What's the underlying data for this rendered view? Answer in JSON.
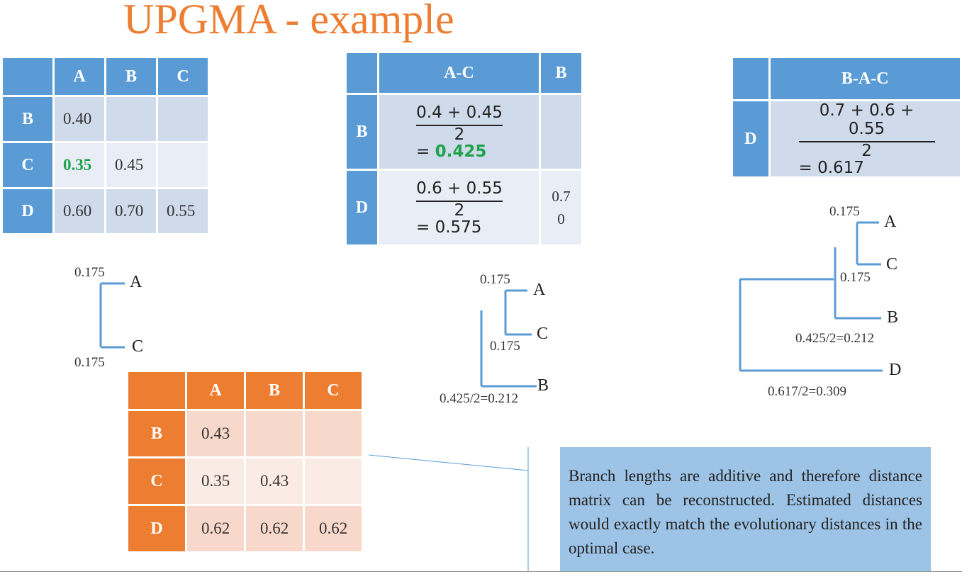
{
  "title": "UPGMA - example",
  "table1": {
    "headers": [
      "A",
      "B",
      "C"
    ],
    "rows": [
      {
        "label": "B",
        "cells": [
          "0.40",
          "",
          ""
        ]
      },
      {
        "label": "C",
        "cells": [
          "0.35",
          "0.45",
          ""
        ]
      },
      {
        "label": "D",
        "cells": [
          "0.60",
          "0.70",
          "0.55"
        ]
      }
    ],
    "highlight_value": "0.35",
    "highlight_color": "#1FA34A"
  },
  "table2": {
    "headers": [
      "A-C",
      "B"
    ],
    "row_b": {
      "label": "B",
      "numerator": "0.4 + 0.45",
      "denominator": "2",
      "result_prefix": "= ",
      "result": "0.425"
    },
    "row_d": {
      "label": "D",
      "numerator": "0.6 + 0.55",
      "denominator": "2",
      "result": "= 0.575",
      "b_value_line1": "0.7",
      "b_value_line2": "0"
    }
  },
  "table3": {
    "header": "B-A-C",
    "row_d": {
      "label": "D",
      "numerator": "0.7 + 0.6 + 0.55",
      "denominator": "2",
      "result": "= 0.617"
    }
  },
  "tree1": {
    "leaf_a": "A",
    "leaf_c": "C",
    "len_a": "0.175",
    "len_c": "0.175"
  },
  "tree2": {
    "leaf_a": "A",
    "leaf_c": "C",
    "leaf_b": "B",
    "len_a": "0.175",
    "len_c": "0.175",
    "len_b": "0.425/2=0.212"
  },
  "tree3": {
    "leaf_a": "A",
    "leaf_c": "C",
    "leaf_b": "B",
    "leaf_d": "D",
    "len_a": "0.175",
    "len_c": "0.175",
    "len_b": "0.425/2=0.212",
    "len_d": "0.617/2=0.309"
  },
  "table4": {
    "headers": [
      "A",
      "B",
      "C"
    ],
    "rows": [
      {
        "label": "B",
        "cells": [
          "0.43",
          "",
          ""
        ]
      },
      {
        "label": "C",
        "cells": [
          "0.35",
          "0.43",
          ""
        ]
      },
      {
        "label": "D",
        "cells": [
          "0.62",
          "0.62",
          "0.62"
        ]
      }
    ]
  },
  "note": "Branch lengths are additive and therefore distance matrix can be reconstructed. Estimated distances would exactly match the evolutionary distances in the optimal case.",
  "colors": {
    "blue_header": "#5B9BD5",
    "orange_header": "#ED7D31",
    "tree_line": "#5B9BD5",
    "title": "#ED7D31",
    "note_bg": "#9DC3E6"
  }
}
